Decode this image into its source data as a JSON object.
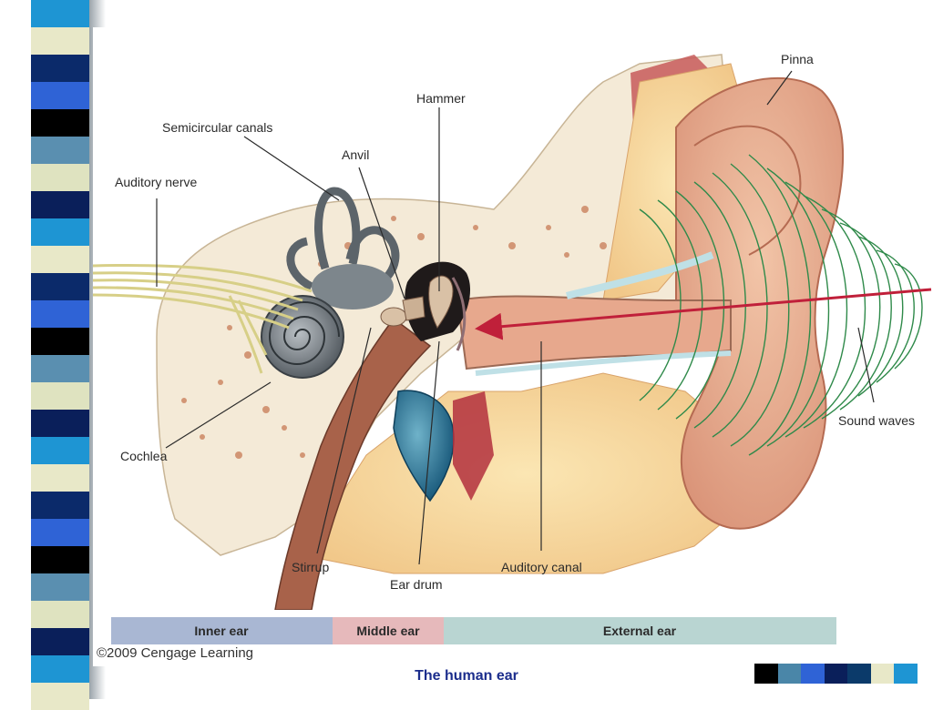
{
  "slide": {
    "title": "The human ear",
    "copyright": "©2009 Cengage Learning"
  },
  "labels": {
    "pinna": "Pinna",
    "hammer": "Hammer",
    "semicircular_canals": "Semicircular canals",
    "anvil": "Anvil",
    "auditory_nerve": "Auditory nerve",
    "cochlea": "Cochlea",
    "sound_waves": "Sound waves",
    "stirrup": "Stirrup",
    "ear_drum": "Ear drum",
    "auditory_canal": "Auditory canal"
  },
  "regions": {
    "inner_ear": "Inner ear",
    "middle_ear": "Middle ear",
    "external_ear": "External ear"
  },
  "colors": {
    "title": "#1b2d8c",
    "inner_ear_band": "#a9b7d3",
    "middle_ear_band": "#e6b9bb",
    "external_ear_band": "#b9d5d2",
    "arrow": "#c0203a",
    "sound_waves": "#2f8a4a",
    "strip": [
      "#1e95d3",
      "#e8e8c8",
      "#0b2a6a",
      "#2f63d6",
      "#000000",
      "#5a8fb0",
      "#dfe3c0",
      "#0a1f5a"
    ],
    "corner_squares": [
      "#000000",
      "#4a86a8",
      "#2f63d6",
      "#0a1f5a",
      "#0b3a6a",
      "#e8e8c8",
      "#1e95d3"
    ]
  }
}
